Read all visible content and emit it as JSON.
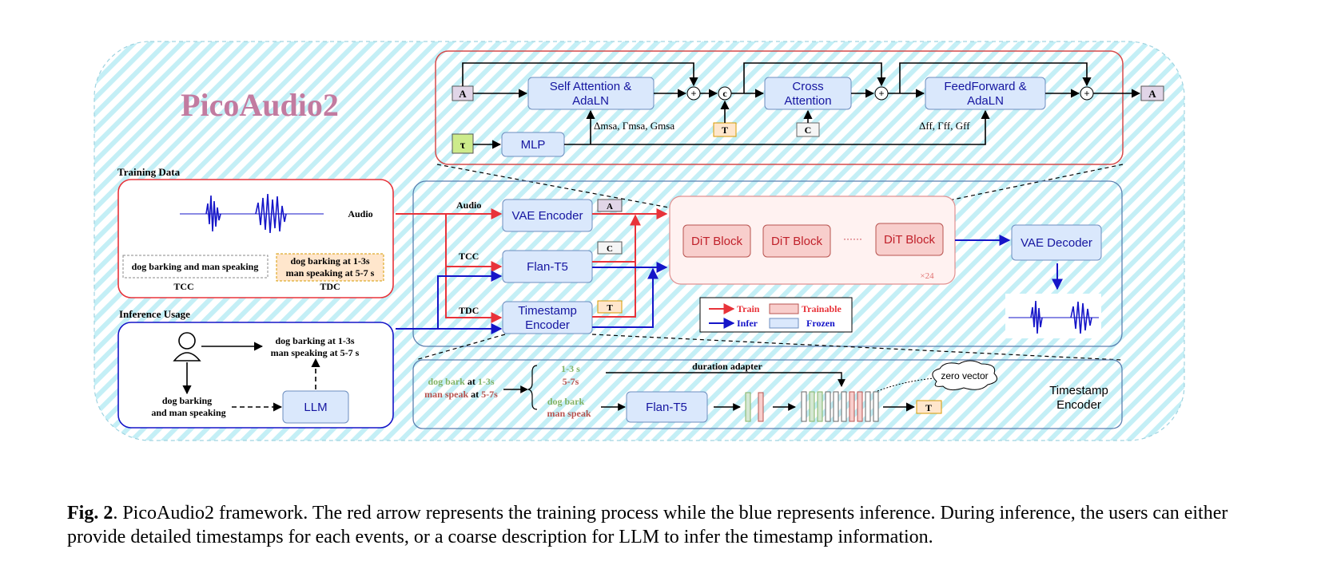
{
  "title": "PicoAudio2",
  "dit": {
    "tok_a_in": "A",
    "tok_tau": "τ",
    "self_attn": [
      "Self Attention &",
      "AdaLN"
    ],
    "mlp": "MLP",
    "plus": "+",
    "concat": "c",
    "tok_t": "T",
    "cross_attn": [
      "Cross",
      "Attention"
    ],
    "tok_c": "C",
    "feedforward": [
      "FeedForward &",
      "AdaLN"
    ],
    "tok_a_out": "A",
    "msa_params": "Δmsa, Γmsa, Gmsa",
    "ff_params": "Δff, Γff, Gff"
  },
  "training": {
    "heading": "Training Data",
    "audio_label": "Audio",
    "tcc_text": "dog barking  and man speaking",
    "tcc_label": "TCC",
    "tdc_text": [
      "dog barking at 1-3s",
      "man speaking at 5-7 s"
    ],
    "tdc_label": "TDC"
  },
  "inference": {
    "heading": "Inference Usage",
    "detailed": [
      "dog barking at 1-3s",
      "man speaking at 5-7 s"
    ],
    "coarse": [
      "dog barking",
      "and  man speaking"
    ],
    "llm": "LLM"
  },
  "model": {
    "audio_label": "Audio",
    "tcc_label": "TCC",
    "tdc_label": "TDC",
    "vae_encoder": "VAE Encoder",
    "flan_t5": "Flan-T5",
    "timestamp_encoder": [
      "Timestamp",
      "Encoder"
    ],
    "tok_a": "A",
    "tok_c": "C",
    "tok_t": "T",
    "dit_blocks": [
      "DiT Block",
      "DiT Block",
      "DiT Block"
    ],
    "ellipsis": "······",
    "repeat": "×24",
    "vae_decoder": "VAE Decoder",
    "legend": {
      "train": "Train",
      "infer": "Infer",
      "trainable": "Trainable",
      "frozen": "Frozen"
    }
  },
  "ts_encoder": {
    "in_line1_a": "dog bark",
    "in_line1_b": " at ",
    "in_line1_c": "1-3s",
    "in_line2_a": "man speak",
    "in_line2_b": " at ",
    "in_line2_c": "5-7s",
    "time1": "1-3 s",
    "time2": "5-7s",
    "event1": "dog bark",
    "event2": "man speak",
    "duration_adapter": "duration adapter",
    "flan_t5": "Flan-T5",
    "zero_vector": "zero vector",
    "tok_t": "T",
    "title": [
      "Timestamp",
      "Encoder"
    ]
  },
  "caption": {
    "fig": "Fig. 2",
    "text": ". PicoAudio2 framework. The red arrow represents the training process while the blue represents inference. During inference, the users can either provide detailed timestamps for each events, or a coarse description for LLM to infer the timestamp information."
  },
  "colors": {
    "red": "#e8333a",
    "blue": "#1515c8",
    "frozen_fill": "#dae8fc",
    "frozen_stroke": "#6c8ebf",
    "trainable_fill": "#f8cecc",
    "trainable_stroke": "#b85450",
    "title": "#c27ba0",
    "hatch": "#bfeef5",
    "green": "#82b366",
    "brown": "#b85450"
  }
}
